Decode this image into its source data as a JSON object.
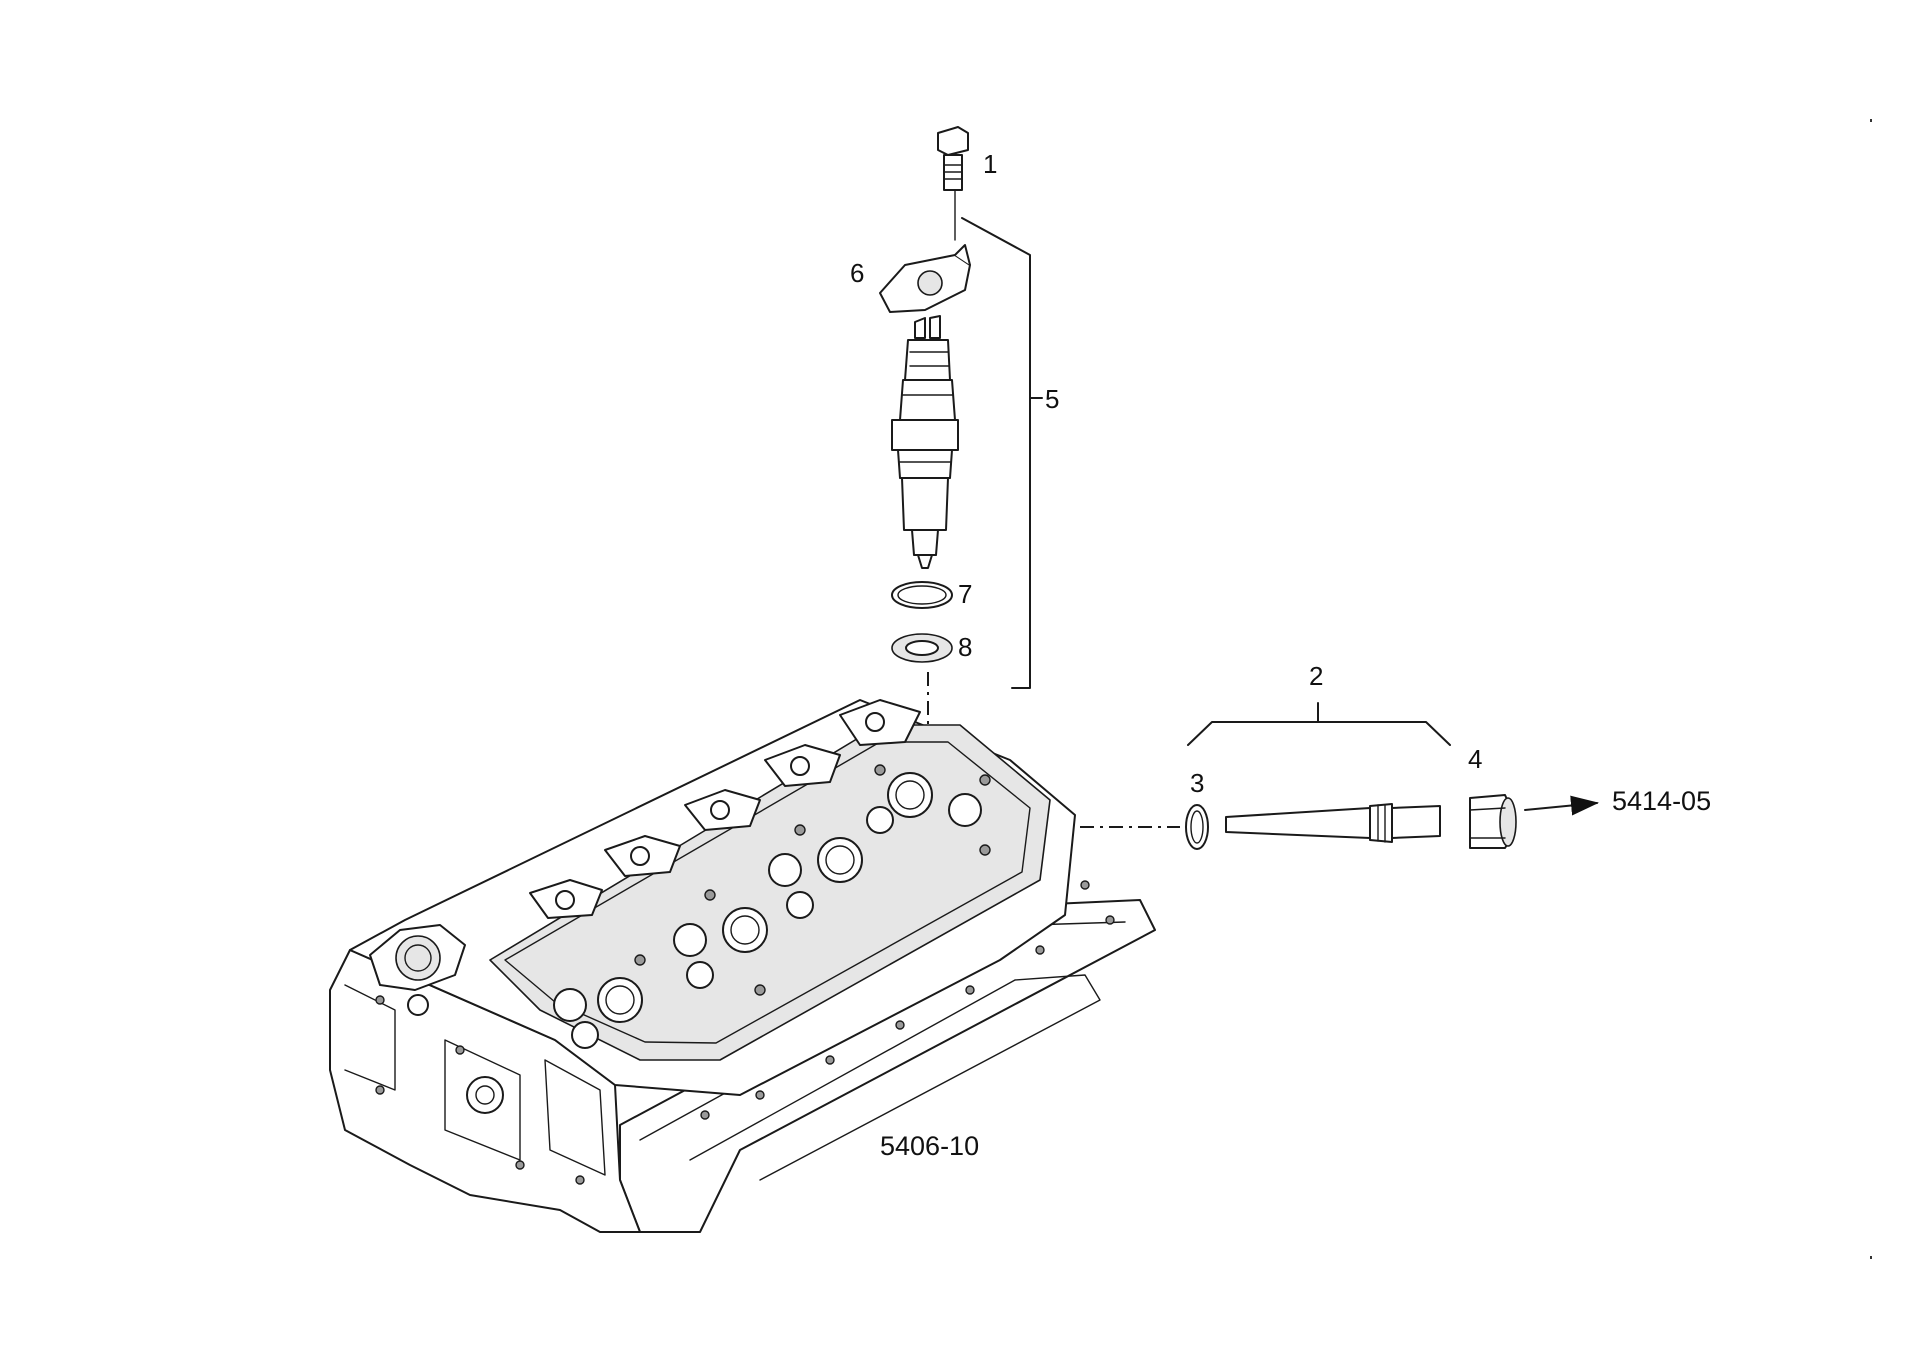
{
  "callouts": {
    "item_1": "1",
    "item_2": "2",
    "item_3": "3",
    "item_4": "4",
    "item_5": "5",
    "item_6": "6",
    "item_7": "7",
    "item_8": "8"
  },
  "references": {
    "cylinder_head_ref": "5406-10",
    "fuel_line_ref": "5414-05"
  },
  "icons": {
    "arrow": "right-arrow-icon"
  }
}
